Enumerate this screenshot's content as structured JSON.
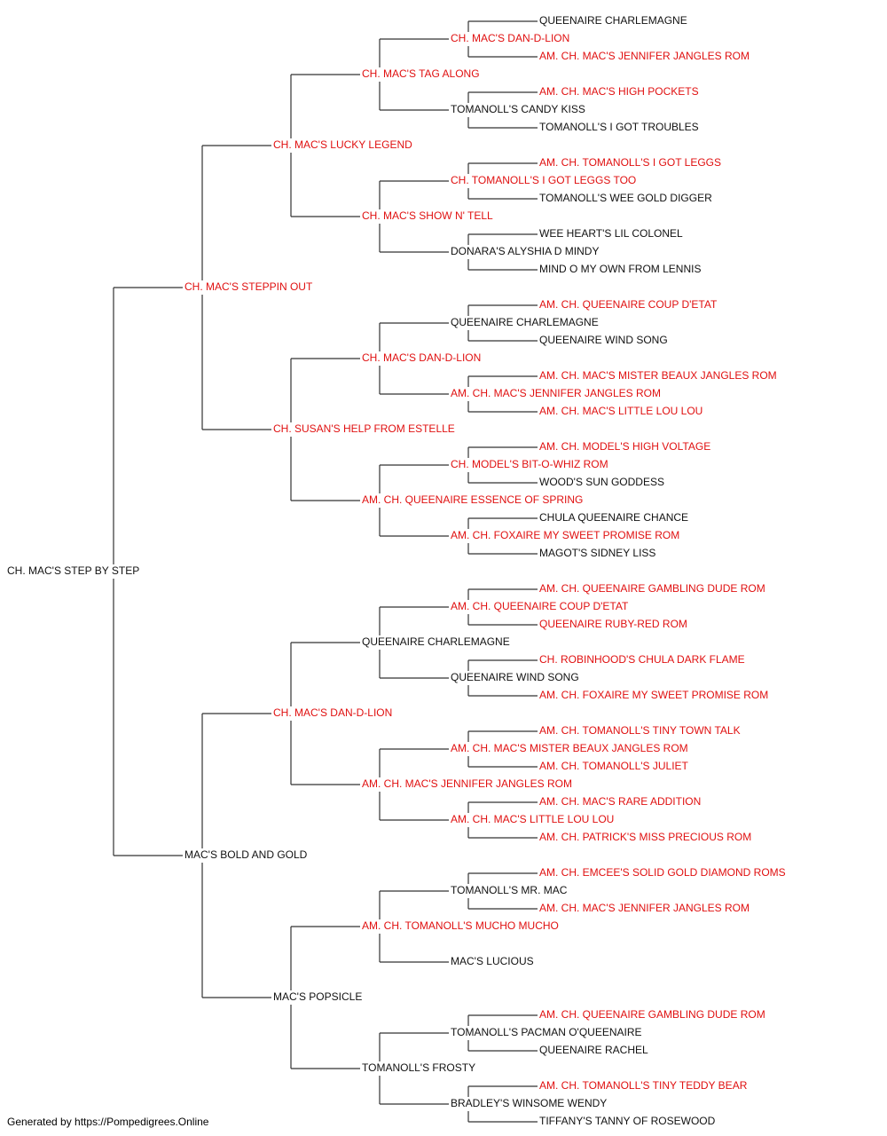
{
  "colors": {
    "champion": "#e01010",
    "normal": "#111111",
    "line": "#333333"
  },
  "pedigree": {
    "subject": {
      "name": "CH. MAC'S STEP BY STEP",
      "champion": false
    },
    "generations": [
      [
        {
          "name": "CH. MAC'S STEPPIN OUT",
          "champion": true
        },
        {
          "name": "MAC'S BOLD AND GOLD",
          "champion": false
        }
      ],
      [
        {
          "name": "CH. MAC'S LUCKY LEGEND",
          "champion": true
        },
        {
          "name": "CH. SUSAN'S HELP FROM ESTELLE",
          "champion": true
        },
        {
          "name": "CH. MAC'S DAN-D-LION",
          "champion": true
        },
        {
          "name": "MAC'S POPSICLE",
          "champion": false
        }
      ],
      [
        {
          "name": "CH. MAC'S TAG ALONG",
          "champion": true
        },
        {
          "name": "CH. MAC'S SHOW N' TELL",
          "champion": true
        },
        {
          "name": "CH. MAC'S DAN-D-LION",
          "champion": true
        },
        {
          "name": "AM. CH. QUEENAIRE ESSENCE OF SPRING",
          "champion": true
        },
        {
          "name": "QUEENAIRE CHARLEMAGNE",
          "champion": false
        },
        {
          "name": "AM. CH. MAC'S JENNIFER JANGLES ROM",
          "champion": true
        },
        {
          "name": "AM. CH. TOMANOLL'S MUCHO MUCHO",
          "champion": true
        },
        {
          "name": "TOMANOLL'S FROSTY",
          "champion": false
        }
      ],
      [
        {
          "name": "CH. MAC'S DAN-D-LION",
          "champion": true
        },
        {
          "name": "TOMANOLL'S CANDY KISS",
          "champion": false
        },
        {
          "name": "CH. TOMANOLL'S I GOT LEGGS TOO",
          "champion": true
        },
        {
          "name": "DONARA'S ALYSHIA D MINDY",
          "champion": false
        },
        {
          "name": "QUEENAIRE CHARLEMAGNE",
          "champion": false
        },
        {
          "name": "AM. CH. MAC'S JENNIFER JANGLES ROM",
          "champion": true
        },
        {
          "name": "CH. MODEL'S BIT-O-WHIZ ROM",
          "champion": true
        },
        {
          "name": "AM. CH. FOXAIRE MY SWEET PROMISE ROM",
          "champion": true
        },
        {
          "name": "AM. CH. QUEENAIRE COUP D'ETAT",
          "champion": true
        },
        {
          "name": "QUEENAIRE WIND SONG",
          "champion": false
        },
        {
          "name": "AM. CH. MAC'S MISTER BEAUX JANGLES ROM",
          "champion": true
        },
        {
          "name": "AM. CH. MAC'S LITTLE LOU LOU",
          "champion": true
        },
        {
          "name": "TOMANOLL'S MR. MAC",
          "champion": false
        },
        {
          "name": "MAC'S LUCIOUS",
          "champion": false
        },
        {
          "name": "TOMANOLL'S PACMAN O'QUEENAIRE",
          "champion": false
        },
        {
          "name": "BRADLEY'S WINSOME WENDY",
          "champion": false
        }
      ],
      [
        {
          "name": "QUEENAIRE CHARLEMAGNE",
          "champion": false
        },
        {
          "name": "AM. CH. MAC'S JENNIFER JANGLES ROM",
          "champion": true
        },
        {
          "name": "AM. CH. MAC'S HIGH POCKETS",
          "champion": true
        },
        {
          "name": "TOMANOLL'S I GOT TROUBLES",
          "champion": false
        },
        {
          "name": "AM. CH. TOMANOLL'S I GOT LEGGS",
          "champion": true
        },
        {
          "name": "TOMANOLL'S WEE GOLD DIGGER",
          "champion": false
        },
        {
          "name": "WEE HEART'S LIL COLONEL",
          "champion": false
        },
        {
          "name": "MIND O MY OWN FROM LENNIS",
          "champion": false
        },
        {
          "name": "AM. CH. QUEENAIRE COUP D'ETAT",
          "champion": true
        },
        {
          "name": "QUEENAIRE WIND SONG",
          "champion": false
        },
        {
          "name": "AM. CH. MAC'S MISTER BEAUX JANGLES ROM",
          "champion": true
        },
        {
          "name": "AM. CH. MAC'S LITTLE LOU LOU",
          "champion": true
        },
        {
          "name": "AM. CH. MODEL'S HIGH VOLTAGE",
          "champion": true
        },
        {
          "name": "WOOD'S SUN GODDESS",
          "champion": false
        },
        {
          "name": "CHULA QUEENAIRE CHANCE",
          "champion": false
        },
        {
          "name": "MAGOT'S SIDNEY LISS",
          "champion": false
        },
        {
          "name": "AM. CH. QUEENAIRE GAMBLING DUDE ROM",
          "champion": true
        },
        {
          "name": "QUEENAIRE RUBY-RED ROM",
          "champion": true
        },
        {
          "name": "CH. ROBINHOOD'S CHULA DARK FLAME",
          "champion": true
        },
        {
          "name": "AM. CH. FOXAIRE MY SWEET PROMISE ROM",
          "champion": true
        },
        {
          "name": "AM. CH. TOMANOLL'S TINY TOWN TALK",
          "champion": true
        },
        {
          "name": "AM. CH. TOMANOLL'S JULIET",
          "champion": true
        },
        {
          "name": "AM. CH. MAC'S RARE ADDITION",
          "champion": true
        },
        {
          "name": "AM. CH. PATRICK'S MISS PRECIOUS ROM",
          "champion": true
        },
        {
          "name": "AM. CH. EMCEE'S SOLID GOLD DIAMOND ROMS",
          "champion": true
        },
        {
          "name": "AM. CH. MAC'S JENNIFER JANGLES ROM",
          "champion": true
        },
        null,
        null,
        {
          "name": "AM. CH. QUEENAIRE GAMBLING DUDE ROM",
          "champion": true
        },
        {
          "name": "QUEENAIRE RACHEL",
          "champion": false
        },
        {
          "name": "AM. CH. TOMANOLL'S TINY TEDDY BEAR",
          "champion": true
        },
        {
          "name": "TIFFANY'S TANNY OF ROSEWOOD",
          "champion": false
        }
      ]
    ]
  },
  "footer": {
    "text": "Generated by https://Pompedigrees.Online"
  }
}
